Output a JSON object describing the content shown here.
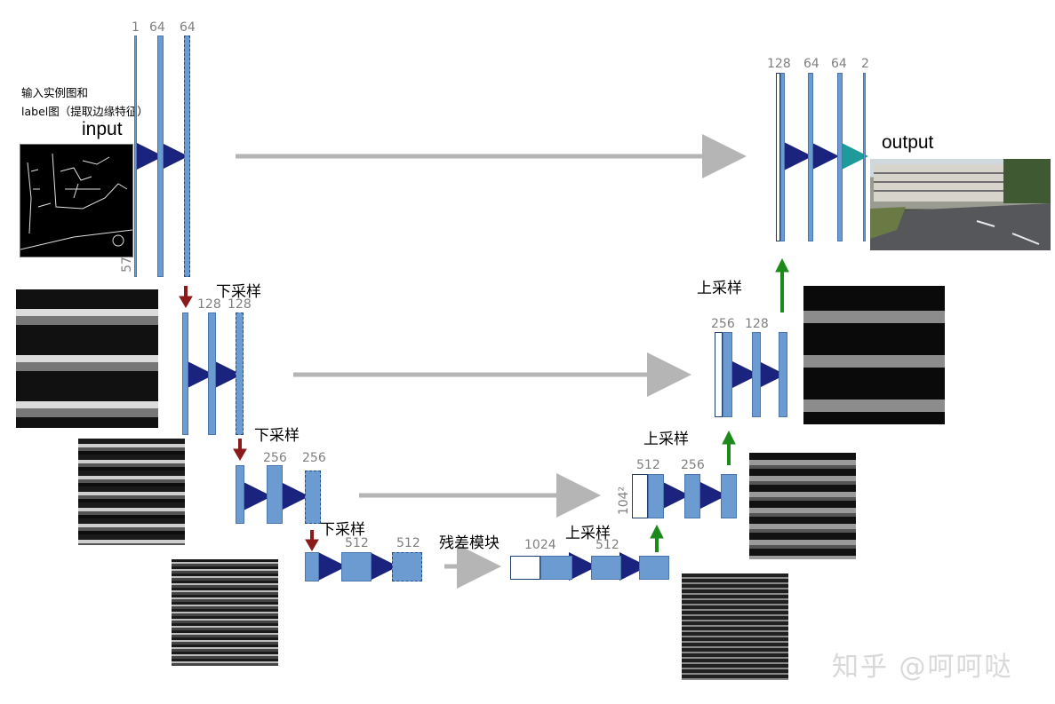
{
  "annotations": {
    "input_note_line1": "输入实例图和",
    "input_note_line2": "label图（提取边缘特征）",
    "input": "input",
    "output": "output",
    "down1": "下采样",
    "down2": "下采样",
    "down3": "下采样",
    "up1": "上采样",
    "up2": "上采样",
    "up3": "上采样",
    "residual": "残差模块",
    "watermark": "知乎 @呵呵哒"
  },
  "channels": {
    "l1_a": "1",
    "l1_b": "64",
    "l1_c": "64",
    "l2_a": "128",
    "l2_b": "128",
    "l3_a": "256",
    "l3_b": "256",
    "l4_a": "512",
    "l4_b": "512",
    "bottom_a": "1024",
    "bottom_b": "512",
    "u3_a": "512",
    "u3_b": "256",
    "u2_a": "256",
    "u2_b": "128",
    "u1_a": "128",
    "u1_b": "64",
    "u1_c": "64",
    "u1_d": "2"
  },
  "side_labels": {
    "l1_size": "57",
    "u3_size": "104²"
  },
  "colors": {
    "feature_map": "#6c9bd2",
    "conv_arrow": "#1a237e",
    "down_arrow": "#8b1a1a",
    "up_arrow": "#1b8a1b",
    "output_arrow": "#1f9a9a",
    "skip_arrow": "#b5b5b5"
  }
}
